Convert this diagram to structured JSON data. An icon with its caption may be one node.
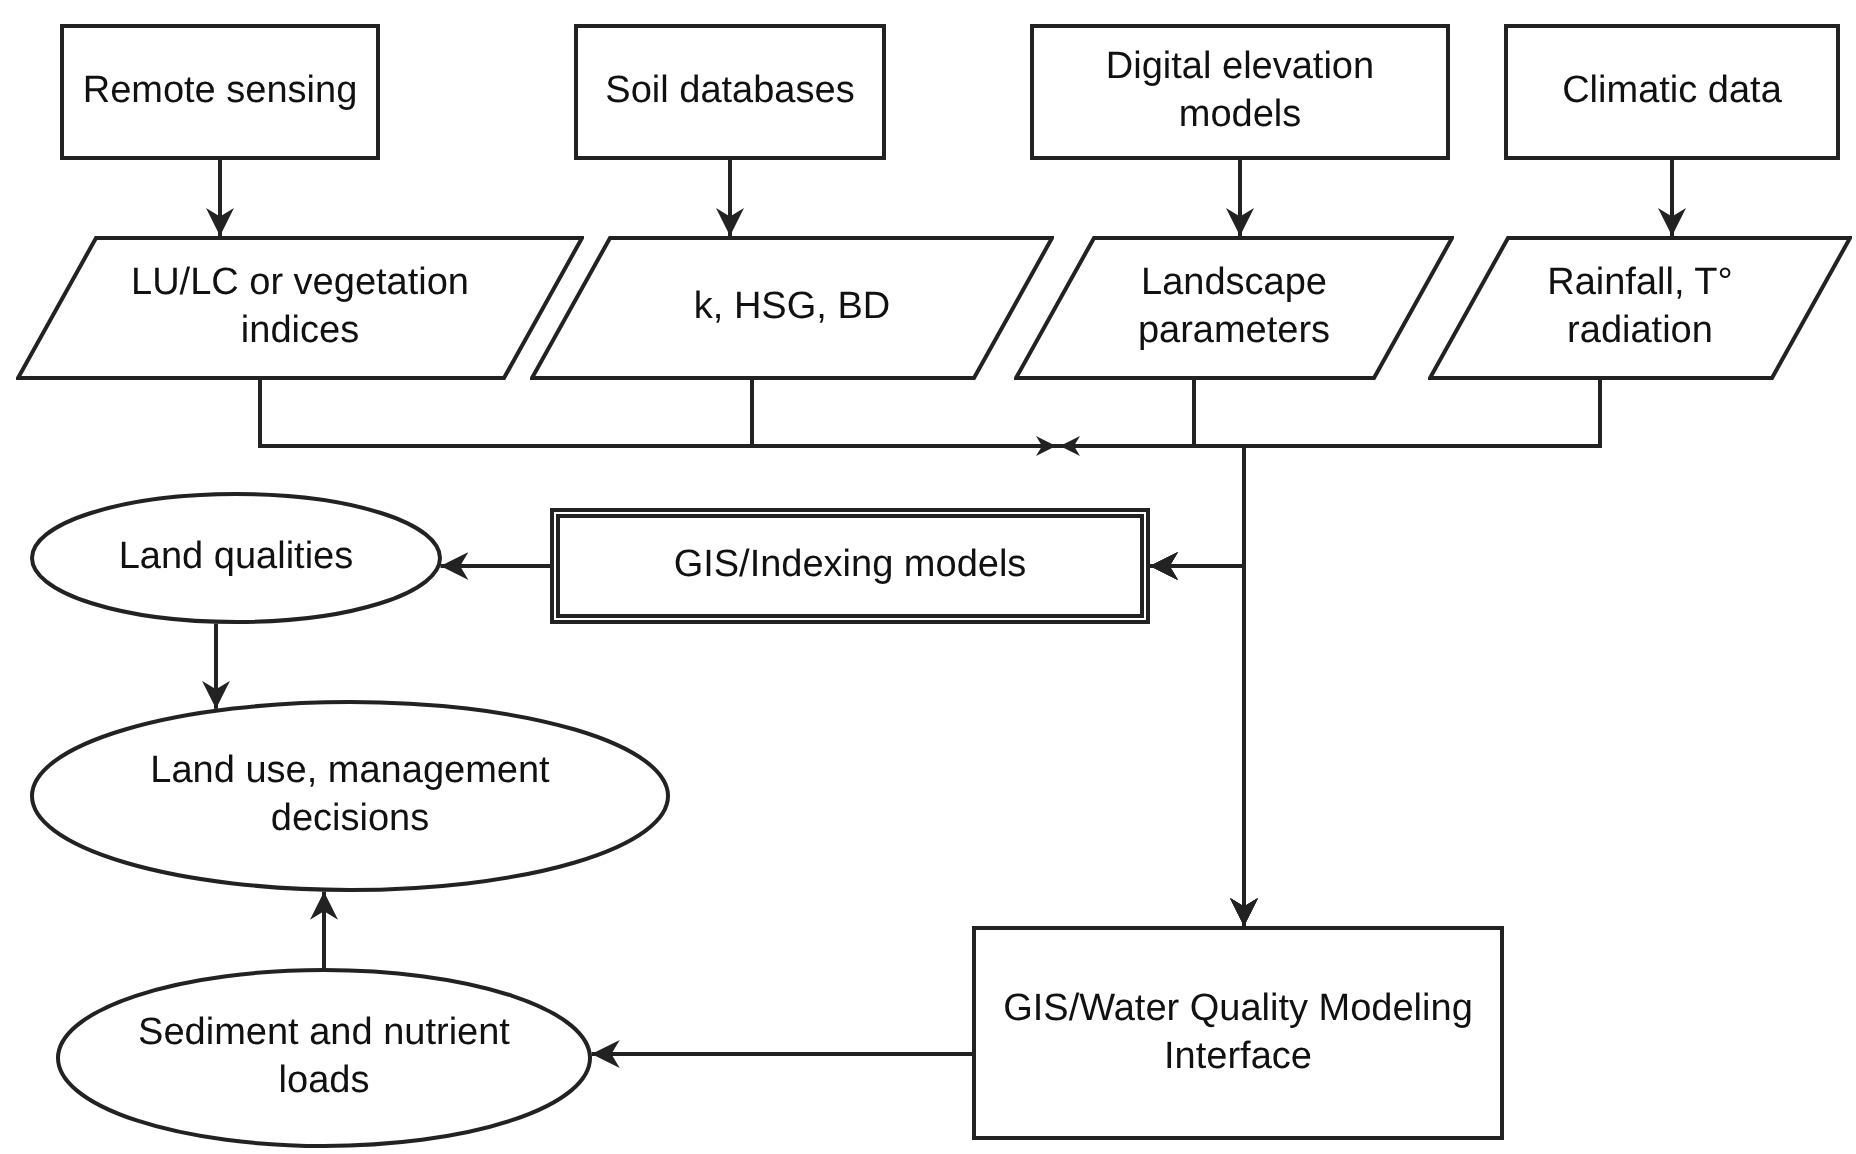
{
  "diagram": {
    "nodes": [
      {
        "text": [
          "Remote sensing"
        ]
      },
      {
        "text": [
          "Soil databases"
        ]
      },
      {
        "text": [
          "Digital elevation models"
        ]
      },
      {
        "text": [
          "Climatic data"
        ]
      },
      {
        "text": [
          "LU/LC or vegetation indices"
        ]
      },
      {
        "text": [
          "k, HSG, BD"
        ]
      },
      {
        "text": [
          "Landscape parameters"
        ]
      },
      {
        "text": [
          "Rainfall, T° radiation"
        ]
      },
      {
        "text": [
          "GIS/Indexing models"
        ]
      },
      {
        "text": [
          "Land qualities"
        ]
      },
      {
        "text": [
          "Land use, management decisions"
        ]
      },
      {
        "text": [
          "GIS/Water Quality Modeling Interface"
        ]
      },
      {
        "text": [
          "Sediment and nutrient loads"
        ]
      }
    ],
    "edges": [
      {
        "from": 0,
        "to": 4,
        "arrow": "to"
      },
      {
        "from": 1,
        "to": 5,
        "arrow": "to"
      },
      {
        "from": 2,
        "to": 6,
        "arrow": "to"
      },
      {
        "from": 3,
        "to": 7,
        "arrow": "to"
      },
      {
        "from": 4,
        "to": 8,
        "arrow": "to"
      },
      {
        "from": 5,
        "to": 8,
        "arrow": "to"
      },
      {
        "from": 6,
        "to": 8,
        "arrow": "to"
      },
      {
        "from": 7,
        "to": 8,
        "arrow": "to"
      },
      {
        "from": 4,
        "to": 11,
        "arrow": "to"
      },
      {
        "from": 5,
        "to": 11,
        "arrow": "to"
      },
      {
        "from": 6,
        "to": 11,
        "arrow": "to"
      },
      {
        "from": 7,
        "to": 11,
        "arrow": "to"
      },
      {
        "from": 8,
        "to": 9,
        "arrow": "to"
      },
      {
        "from": 9,
        "to": 10,
        "arrow": "to"
      },
      {
        "from": 11,
        "to": 12,
        "arrow": "to"
      },
      {
        "from": 12,
        "to": 10,
        "arrow": "to"
      }
    ]
  }
}
